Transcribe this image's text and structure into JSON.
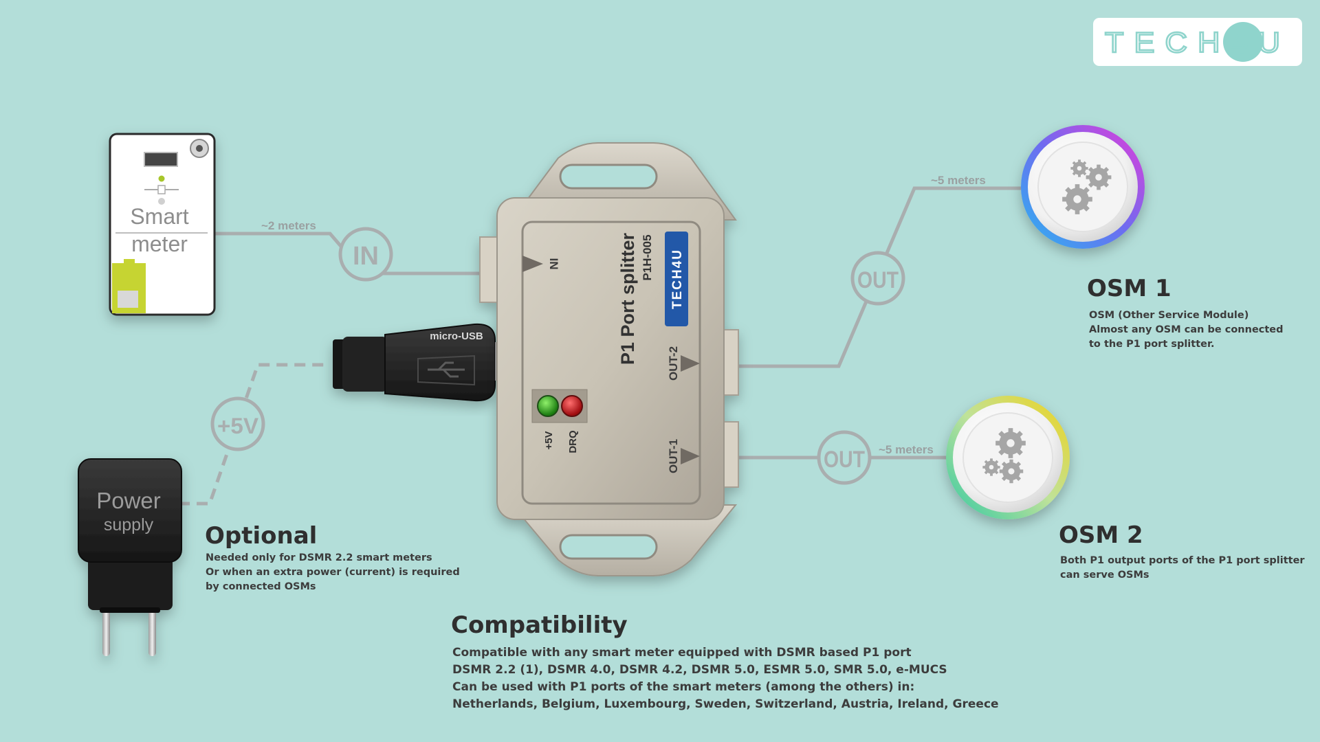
{
  "logo": {
    "text": "TECH4U"
  },
  "smart_meter": {
    "line1": "Smart",
    "line2": "meter"
  },
  "power_supply": {
    "line1": "Power",
    "line2": "supply"
  },
  "splitter": {
    "title": "P1 Port splitter",
    "model": "P1H-005",
    "brand": "TECH4U",
    "port_in": "IN",
    "port_out2": "OUT-2",
    "port_out1": "OUT-1",
    "led1": "+5V",
    "led2": "DRQ",
    "led1_color": "#2e9e1f",
    "led2_color": "#c4141a"
  },
  "connector": {
    "label": "micro-USB"
  },
  "links": {
    "in_badge": "IN",
    "in_distance": "~2 meters",
    "out1_badge": "OUT",
    "out1_distance": "~5 meters",
    "out2_badge": "OUT",
    "out2_distance": "~5 meters",
    "power_badge": "+5V"
  },
  "osm1": {
    "title": "OSM 1",
    "lines": [
      "OSM (Other Service Module)",
      "Almost any OSM can be connected",
      "to the P1 port splitter."
    ]
  },
  "osm2": {
    "title": "OSM 2",
    "lines": [
      "Both P1 output ports of the P1 port splitter",
      "can serve OSMs"
    ]
  },
  "optional": {
    "title": "Optional",
    "lines": [
      "Needed only for DSMR 2.2 smart meters",
      "Or when an extra power (current) is required",
      "by connected OSMs"
    ]
  },
  "compatibility": {
    "title": "Compatibility",
    "lines": [
      "Compatible with any smart meter equipped with DSMR based P1 port",
      "DSMR 2.2 (1), DSMR 4.0, DSMR 4.2, DSMR 5.0, ESMR 5.0, SMR 5.0, e-MUCS",
      "Can be used with P1 ports of the smart meters (among the others) in:",
      "Netherlands, Belgium, Luxembourg, Sweden, Switzerland, Austria, Ireland, Greece"
    ]
  },
  "colors": {
    "background": "#b3ded9",
    "line": "#a9aeaf",
    "brand_blue": "#2358a8",
    "logo_teal": "#8fd4cc"
  }
}
